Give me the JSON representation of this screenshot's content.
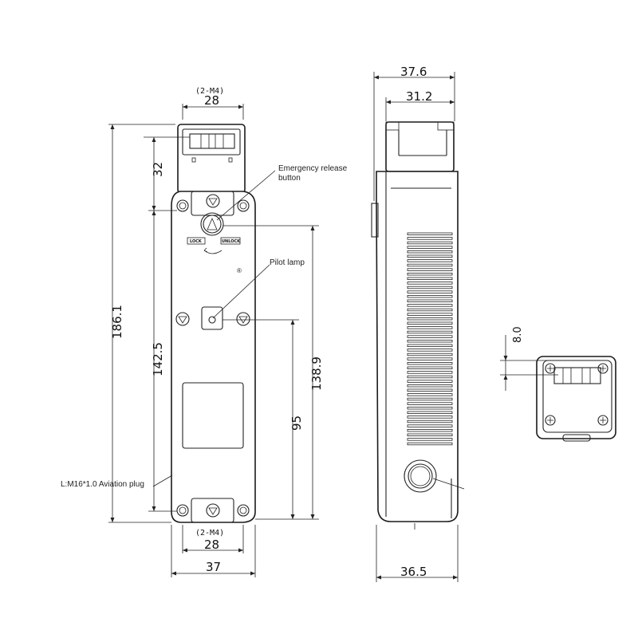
{
  "dimensions": {
    "front_bolt_top_note": "(2-M4)",
    "front_bolt_top": "28",
    "front_head_height": "32",
    "front_total_height": "186.1",
    "front_hole_spacing": "142.5",
    "front_right_height": "138.9",
    "front_lamp_to_bottom": "95",
    "front_bolt_bottom_note": "(2-M4)",
    "front_bolt_bottom": "28",
    "front_width": "37",
    "side_depth_top": "37.6",
    "side_head_depth": "31.2",
    "side_depth_bottom": "36.5",
    "top_view_slot": "8.0"
  },
  "labels": {
    "emergency_release": [
      "Emergency release",
      "button"
    ],
    "pilot_lamp": "Pilot lamp",
    "aviation_plug": "L:M16*1.0 Aviation plug",
    "lock": "LOCK",
    "unlock": "UNLOCK",
    "registered_mark": "®"
  }
}
